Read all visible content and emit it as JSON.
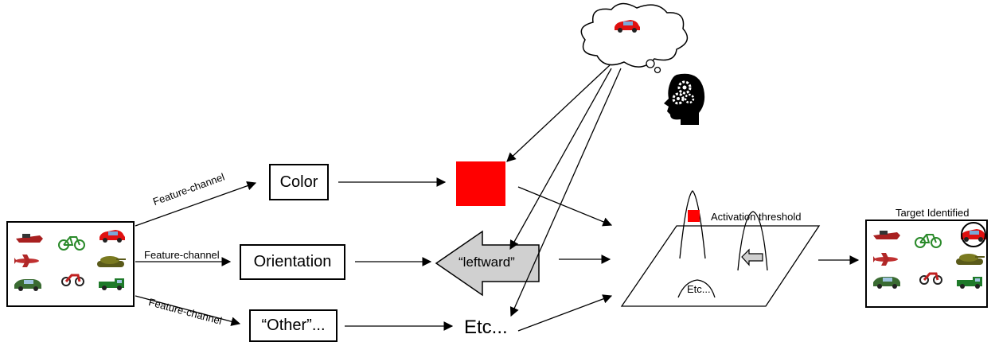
{
  "nodes": {
    "color": "Color",
    "orientation": "Orientation",
    "other": "“Other”...",
    "leftward": "“leftward”",
    "etc_output": "Etc...",
    "peak_etc": "Etc..."
  },
  "edge_labels": {
    "channel_top": "Feature-channel",
    "channel_mid": "Feature-channel",
    "channel_bottom": "Feature-channel"
  },
  "map": {
    "threshold_label": "Activation threshold"
  },
  "result": {
    "title": "Target Identified"
  },
  "colors": {
    "target_red": "#ff0000",
    "arrow_gray": "#d0d0d0"
  },
  "icons": [
    "boat-icon",
    "bicycle-icon",
    "red-car-icon",
    "airplane-icon",
    "tank-icon",
    "old-car-icon",
    "motorbike-icon",
    "pickup-truck-icon",
    "thought-cloud-icon",
    "head-gears-icon"
  ]
}
